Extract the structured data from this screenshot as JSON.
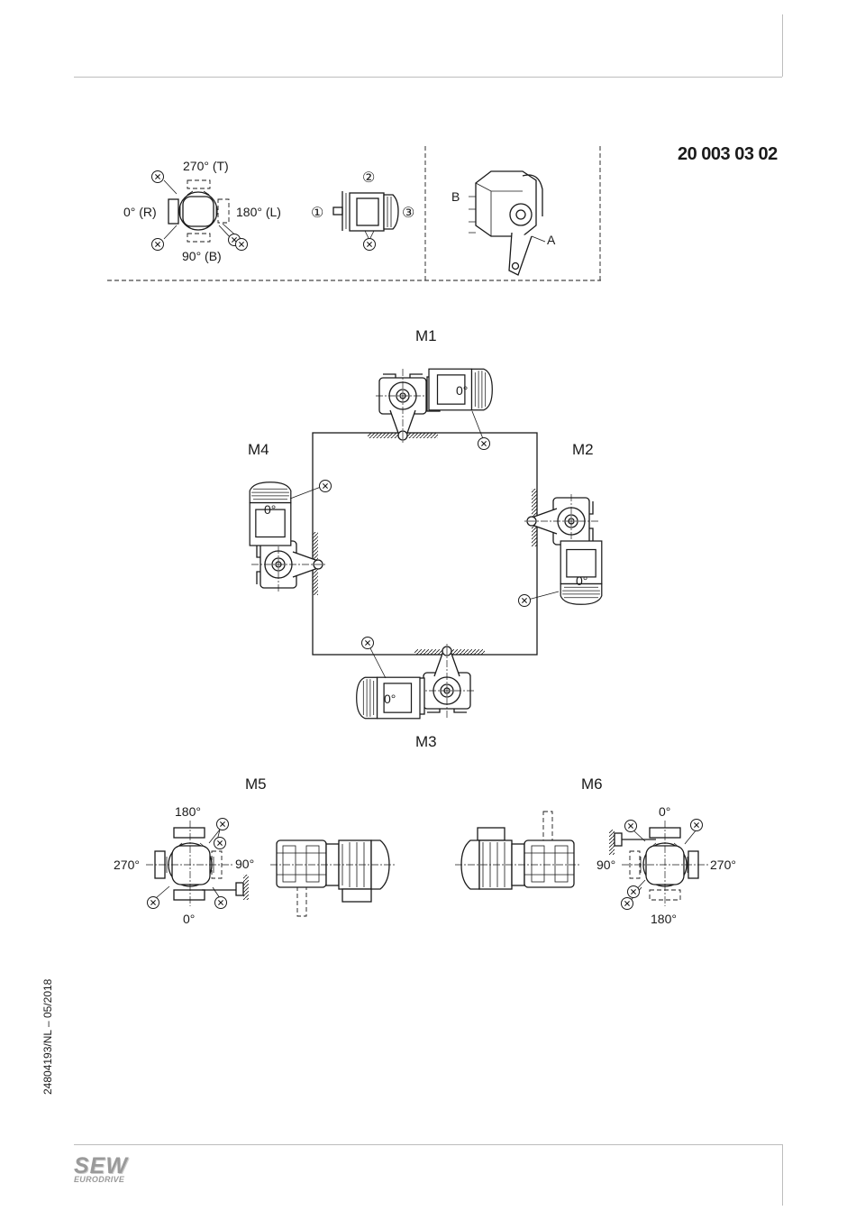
{
  "header": {
    "document_number": "20 003 03 02"
  },
  "legend": {
    "angle_270": "270° (T)",
    "angle_0": "0° (R)",
    "angle_180": "180° (L)",
    "angle_90": "90° (B)",
    "x_mark": "x",
    "pos_1": "①",
    "pos_2": "②",
    "pos_3": "③",
    "side_a": "A",
    "side_b": "B"
  },
  "positions": {
    "m1": "M1",
    "m2": "M2",
    "m3": "M3",
    "m4": "M4",
    "m5": "M5",
    "m6": "M6",
    "motor_angle": "0°"
  },
  "m5_angles": {
    "top": "180°",
    "left": "270°",
    "right": "90°",
    "bottom": "0°"
  },
  "m6_angles": {
    "top": "0°",
    "left": "90°",
    "right": "270°",
    "bottom": "180°"
  },
  "footer": {
    "side_text": "24804193/NL – 05/2018",
    "logo_main": "SEW",
    "logo_sub": "EURODRIVE"
  }
}
